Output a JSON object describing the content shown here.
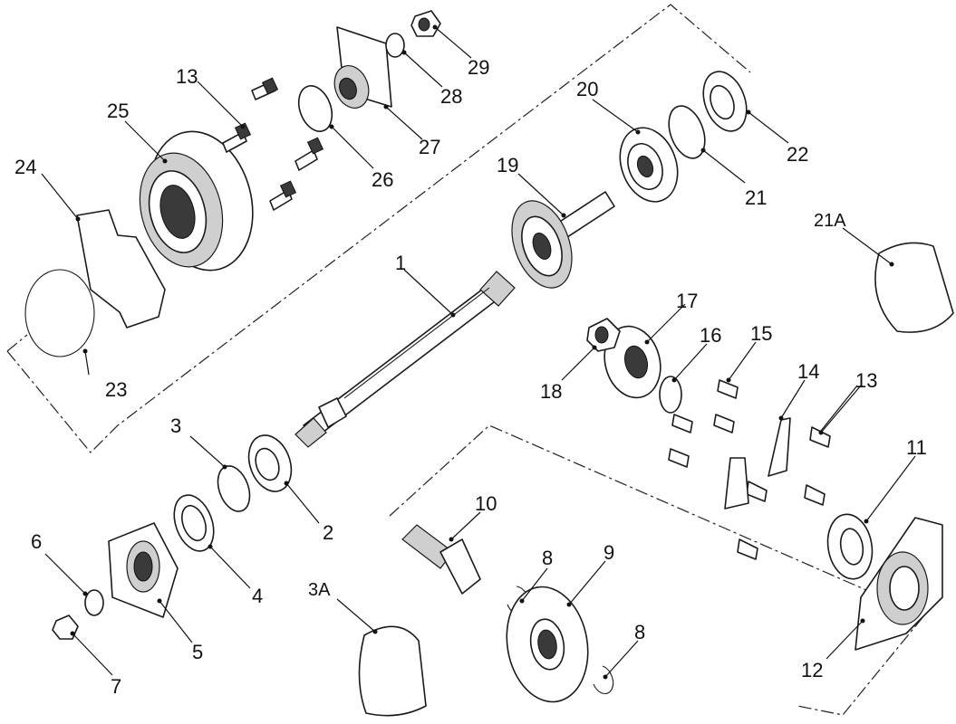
{
  "callouts": {
    "c1": "1",
    "c2": "2",
    "c3": "3",
    "c3A": "3A",
    "c4": "4",
    "c5": "5",
    "c6": "6",
    "c7": "7",
    "c8a": "8",
    "c8b": "8",
    "c9": "9",
    "c10": "10",
    "c11": "11",
    "c12": "12",
    "c13a": "13",
    "c13b": "13",
    "c14": "14",
    "c15": "15",
    "c16": "16",
    "c17": "17",
    "c18": "18",
    "c19": "19",
    "c20": "20",
    "c21": "21",
    "c21A": "21A",
    "c22": "22",
    "c23": "23",
    "c24": "24",
    "c25": "25",
    "c26": "26",
    "c27": "27",
    "c28": "28",
    "c29": "29"
  }
}
